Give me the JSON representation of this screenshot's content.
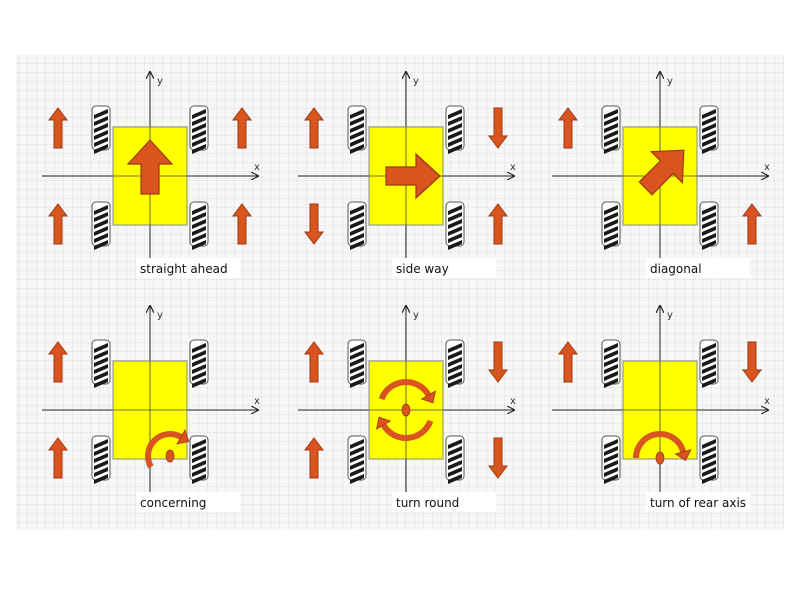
{
  "axis_labels": {
    "x": "x",
    "y": "y"
  },
  "colors": {
    "grid_line": "#c9c9c9",
    "grid_area": "#f7f7f7",
    "body_fill": "#ffff00",
    "body_stroke": "#8a8a8a",
    "arrow_fill": "#d9541f",
    "arrow_stroke": "#9c3a12",
    "wheel_tread": "#1a1a1a",
    "label_box": "#ffffff"
  },
  "panels": [
    {
      "label": "straight ahead",
      "wheels": [
        "up",
        "up",
        "up",
        "up"
      ],
      "center": "arrow-up"
    },
    {
      "label": "side way",
      "wheels": [
        "up",
        "down",
        "down",
        "up"
      ],
      "center": "arrow-right"
    },
    {
      "label": "diagonal",
      "wheels": [
        "up",
        "none",
        "none",
        "up"
      ],
      "center": "arrow-diagonal"
    },
    {
      "label": "concerning",
      "wheels": [
        "up",
        "none",
        "up",
        "none"
      ],
      "center": "arc-corner"
    },
    {
      "label": "turn round",
      "wheels": [
        "up",
        "down",
        "up",
        "down"
      ],
      "center": "arc-spin"
    },
    {
      "label": "turn of rear axis",
      "wheels": [
        "up",
        "down",
        "none",
        "none"
      ],
      "center": "arc-rear"
    }
  ]
}
